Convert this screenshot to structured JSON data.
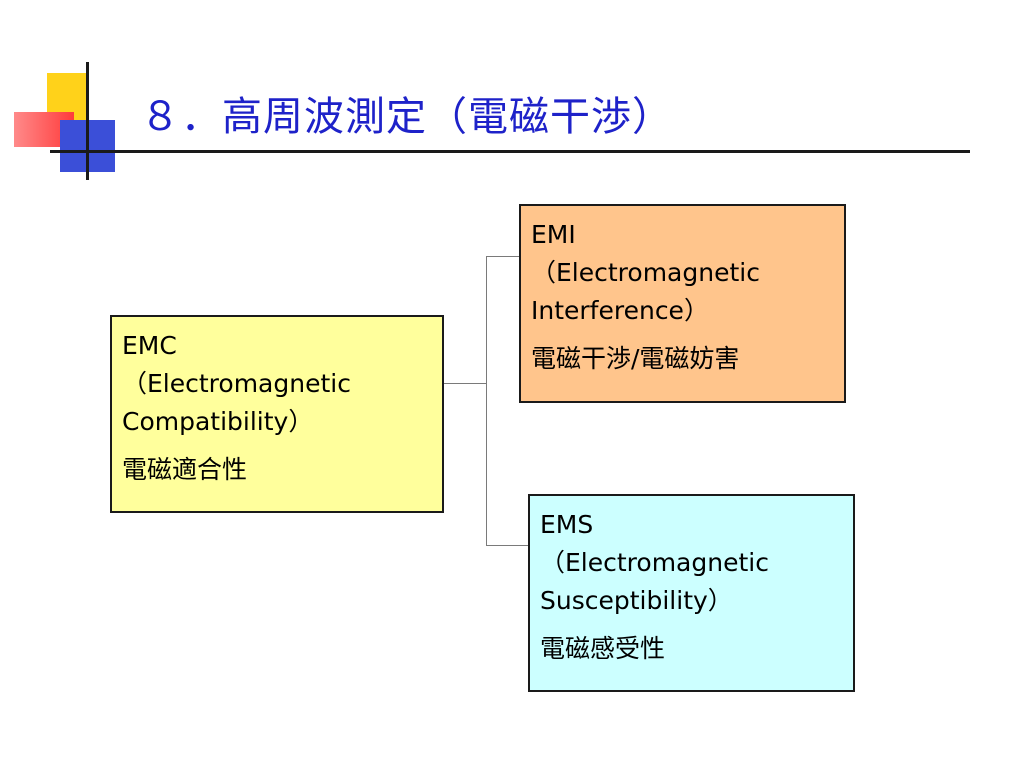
{
  "slide": {
    "title": "８．高周波測定（電磁干渉）"
  },
  "boxes": {
    "emc": {
      "abbr": "EMC",
      "expansion_line1": "（Electromagnetic",
      "expansion_line2": "Compatibility）",
      "japanese": "電磁適合性",
      "color": "#ffff9c"
    },
    "emi": {
      "abbr": "EMI",
      "expansion_line1": "（Electromagnetic",
      "expansion_line2": "Interference）",
      "japanese": "電磁干渉/電磁妨害",
      "color": "#ffc58c"
    },
    "ems": {
      "abbr": "EMS",
      "expansion_line1": "（Electromagnetic",
      "expansion_line2": "Susceptibility）",
      "japanese": "電磁感受性",
      "color": "#ccffff"
    }
  },
  "colors": {
    "title": "#1e22c9",
    "accent_yellow": "#ffd21a",
    "accent_red": "#ff3b3b",
    "accent_blue": "#3b4fd8"
  }
}
